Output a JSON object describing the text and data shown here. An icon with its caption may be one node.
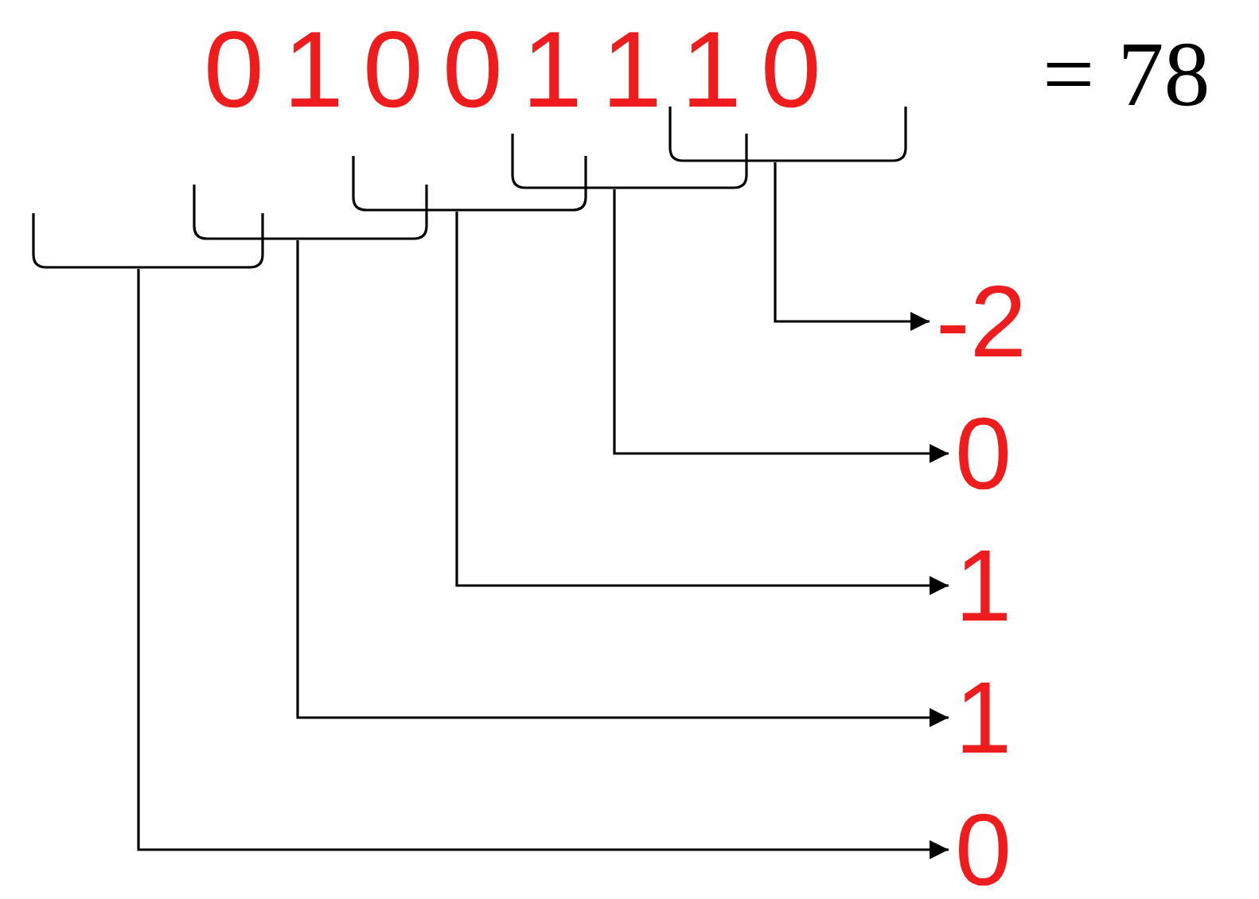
{
  "diagram": {
    "nodes": [
      {
        "text": [],
        "shape": "bracket"
      },
      {
        "text": [],
        "shape": "bracket"
      },
      {
        "text": [],
        "shape": "bracket"
      },
      {
        "text": [],
        "shape": "bracket"
      },
      {
        "text": [],
        "shape": "bracket"
      },
      {
        "text": [
          "-2"
        ]
      },
      {
        "text": [
          "0"
        ]
      },
      {
        "text": [
          "1"
        ]
      },
      {
        "text": [
          "1"
        ]
      },
      {
        "text": [
          "0"
        ]
      }
    ],
    "edges": [
      {
        "from": 4,
        "to": 5,
        "arrow": "to"
      },
      {
        "from": 3,
        "to": 6,
        "arrow": "to"
      },
      {
        "from": 2,
        "to": 7,
        "arrow": "to"
      },
      {
        "from": 1,
        "to": 8,
        "arrow": "to"
      },
      {
        "from": 0,
        "to": 9,
        "arrow": "to"
      }
    ],
    "labels": [
      "0",
      "1",
      "0",
      "0",
      "1",
      "1",
      "1",
      "0",
      "= 78"
    ]
  }
}
